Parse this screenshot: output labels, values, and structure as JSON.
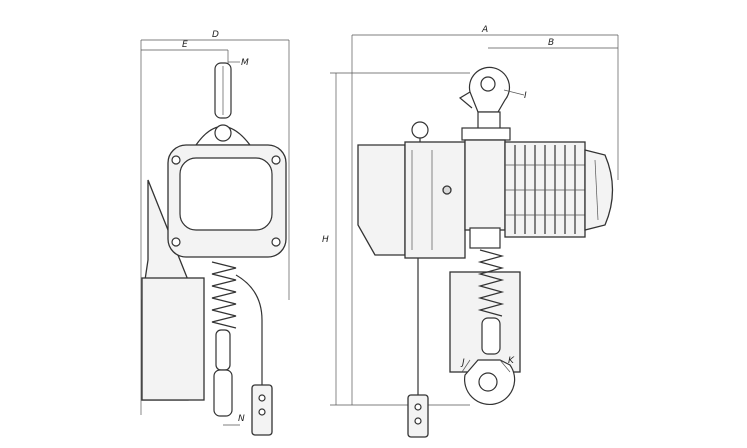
{
  "dimension_labels": {
    "D": "D",
    "E": "E",
    "M": "M",
    "N": "N",
    "A": "A",
    "B": "B",
    "I": "I",
    "H": "H",
    "J": "J",
    "K": "K"
  }
}
